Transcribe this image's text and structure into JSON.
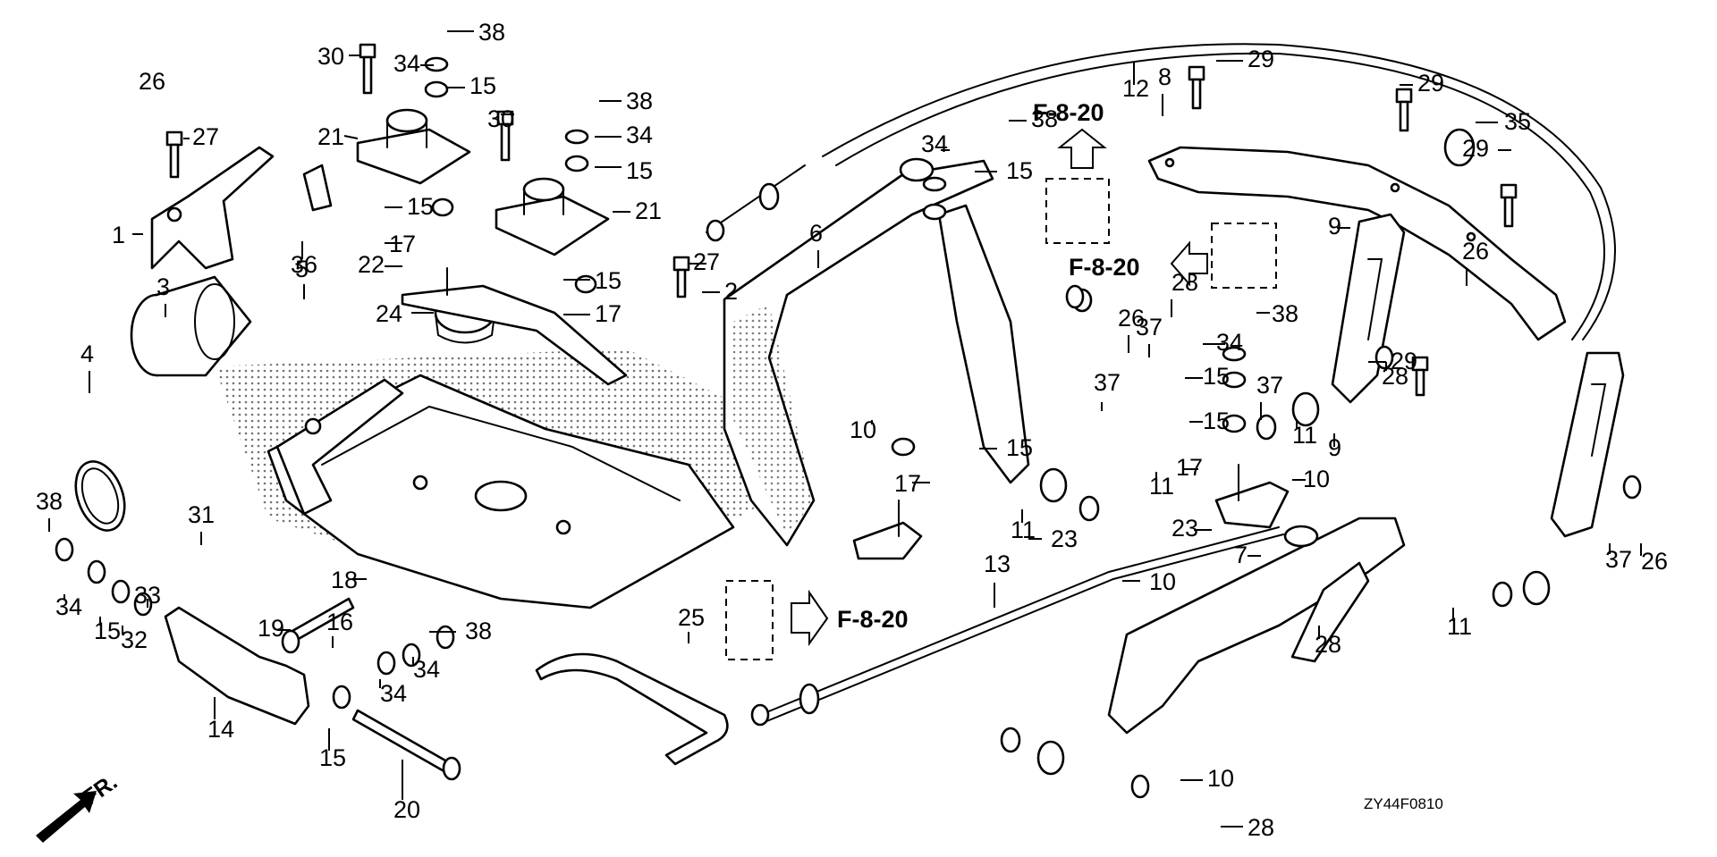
{
  "diagram": {
    "code": "ZY44F0810",
    "direction_label": "FR.",
    "references": [
      {
        "id": "ref-top",
        "label": "F-8-20",
        "arrow": "up"
      },
      {
        "id": "ref-mid",
        "label": "F-8-20",
        "arrow": "left"
      },
      {
        "id": "ref-bottom",
        "label": "F-8-20",
        "arrow": "right"
      }
    ],
    "callouts": [
      {
        "n": "38"
      },
      {
        "n": "30"
      },
      {
        "n": "34"
      },
      {
        "n": "15"
      },
      {
        "n": "38"
      },
      {
        "n": "21"
      },
      {
        "n": "30"
      },
      {
        "n": "34"
      },
      {
        "n": "15"
      },
      {
        "n": "21"
      },
      {
        "n": "27"
      },
      {
        "n": "1"
      },
      {
        "n": "36"
      },
      {
        "n": "15"
      },
      {
        "n": "17"
      },
      {
        "n": "22"
      },
      {
        "n": "15"
      },
      {
        "n": "17"
      },
      {
        "n": "27"
      },
      {
        "n": "2"
      },
      {
        "n": "24"
      },
      {
        "n": "3"
      },
      {
        "n": "5"
      },
      {
        "n": "4"
      },
      {
        "n": "38"
      },
      {
        "n": "31"
      },
      {
        "n": "34"
      },
      {
        "n": "15"
      },
      {
        "n": "32"
      },
      {
        "n": "33"
      },
      {
        "n": "18"
      },
      {
        "n": "19"
      },
      {
        "n": "16"
      },
      {
        "n": "38"
      },
      {
        "n": "34"
      },
      {
        "n": "34"
      },
      {
        "n": "14"
      },
      {
        "n": "15"
      },
      {
        "n": "20"
      },
      {
        "n": "25"
      },
      {
        "n": "12"
      },
      {
        "n": "38"
      },
      {
        "n": "34"
      },
      {
        "n": "15"
      },
      {
        "n": "6"
      },
      {
        "n": "10"
      },
      {
        "n": "15"
      },
      {
        "n": "17"
      },
      {
        "n": "23"
      },
      {
        "n": "13"
      },
      {
        "n": "10"
      },
      {
        "n": "37"
      },
      {
        "n": "11"
      },
      {
        "n": "26"
      },
      {
        "n": "28"
      },
      {
        "n": "37"
      },
      {
        "n": "11"
      },
      {
        "n": "29"
      },
      {
        "n": "8"
      },
      {
        "n": "29"
      },
      {
        "n": "35"
      },
      {
        "n": "29"
      },
      {
        "n": "9"
      },
      {
        "n": "26"
      },
      {
        "n": "38"
      },
      {
        "n": "34"
      },
      {
        "n": "15"
      },
      {
        "n": "37"
      },
      {
        "n": "11"
      },
      {
        "n": "15"
      },
      {
        "n": "17"
      },
      {
        "n": "23"
      },
      {
        "n": "10"
      },
      {
        "n": "28"
      },
      {
        "n": "29"
      },
      {
        "n": "9"
      },
      {
        "n": "26"
      },
      {
        "n": "28"
      },
      {
        "n": "37"
      },
      {
        "n": "11"
      },
      {
        "n": "7"
      },
      {
        "n": "10"
      },
      {
        "n": "28"
      },
      {
        "n": "26"
      }
    ]
  }
}
